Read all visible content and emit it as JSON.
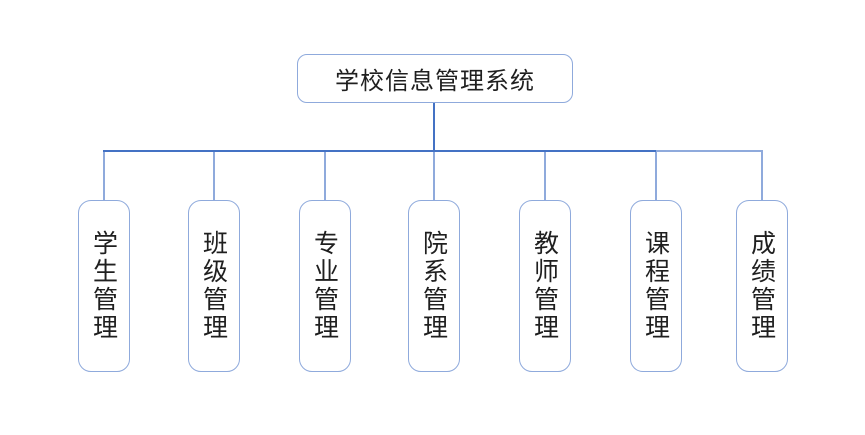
{
  "diagram": {
    "type": "org-chart",
    "root": {
      "label": "学校信息管理系统"
    },
    "children": [
      {
        "label": "学生管理"
      },
      {
        "label": "班级管理"
      },
      {
        "label": "专业管理"
      },
      {
        "label": "院系管理"
      },
      {
        "label": "教师管理"
      },
      {
        "label": "课程管理"
      },
      {
        "label": "成绩管理"
      }
    ],
    "colors": {
      "connector_main": "#4472c4",
      "connector_drop": "#8faadc",
      "node_border": "#8faadc",
      "node_fill": "#ffffff",
      "text": "#1f1f1f",
      "background": "#ffffff"
    }
  }
}
